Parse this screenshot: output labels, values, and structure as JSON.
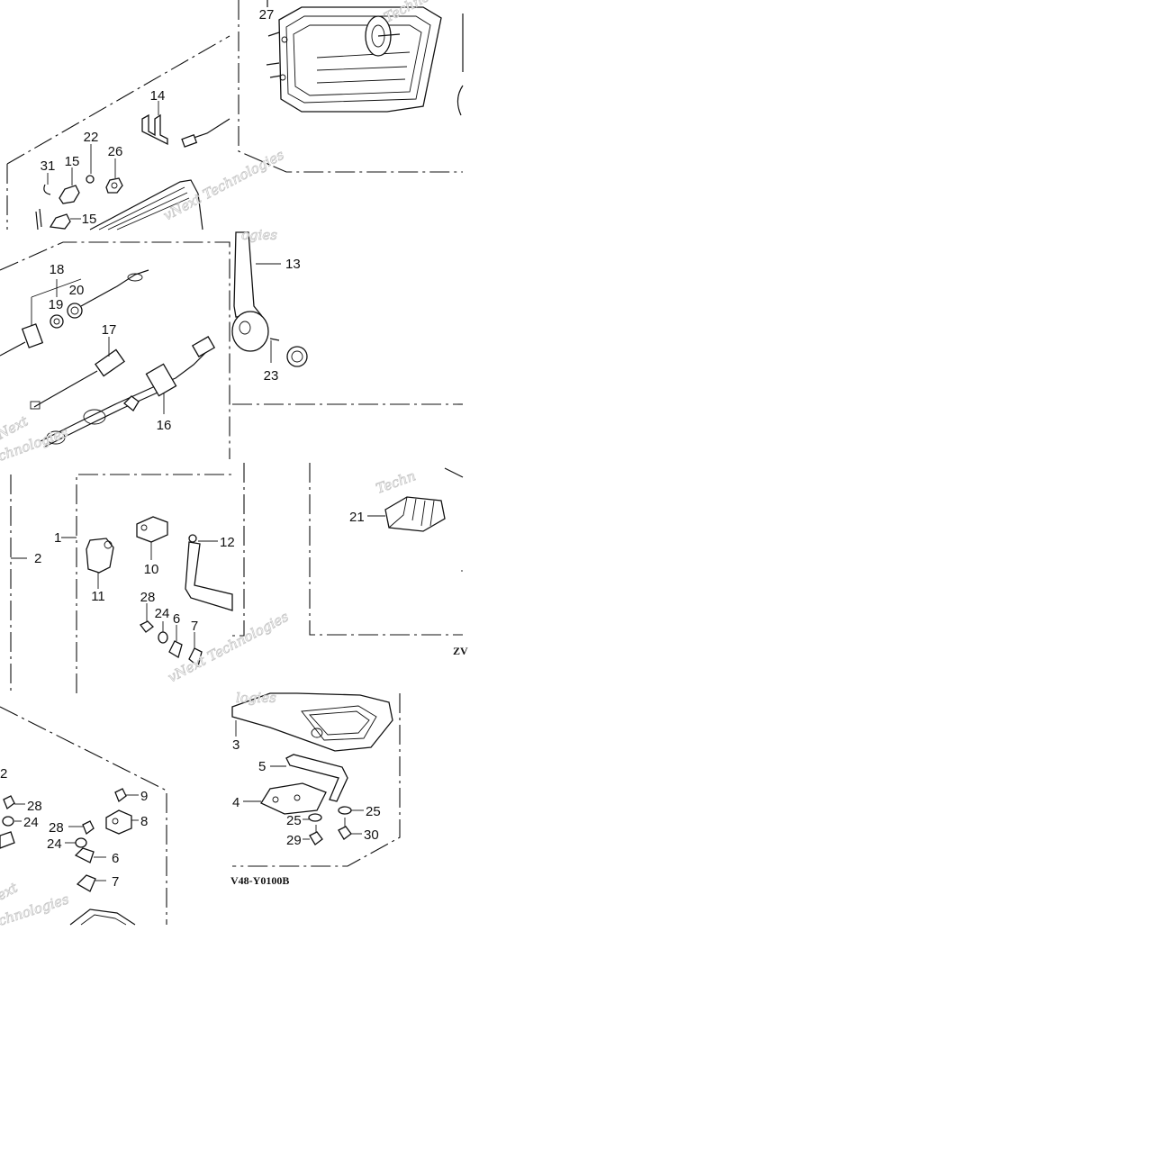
{
  "diagram": {
    "drawing_code_tile5": "V48-Y0100B",
    "drawing_code_tile4": "ZV",
    "watermark": {
      "line1": "vNext Technologies",
      "text_next": "Next",
      "text_technologies": "Technologies",
      "text_techno": "Techno",
      "text_techn": "Techn",
      "text_ogies": "ogies",
      "text_logies": "logies",
      "text_ext": "ext",
      "text_chnologies": "chnologies"
    },
    "tile1_labels": [
      "27",
      "14",
      "22",
      "26",
      "31",
      "15",
      "15"
    ],
    "tile2_labels": [
      "18",
      "19",
      "20",
      "17",
      "16",
      "13",
      "23"
    ],
    "tile3_labels": [
      "2",
      "1",
      "10",
      "12",
      "11",
      "28",
      "24",
      "6",
      "7",
      "21"
    ],
    "tile5_labels": [
      "2",
      "28",
      "24",
      "9",
      "8",
      "28",
      "24",
      "6",
      "7",
      "3",
      "5",
      "4",
      "25",
      "25",
      "29",
      "30"
    ]
  }
}
